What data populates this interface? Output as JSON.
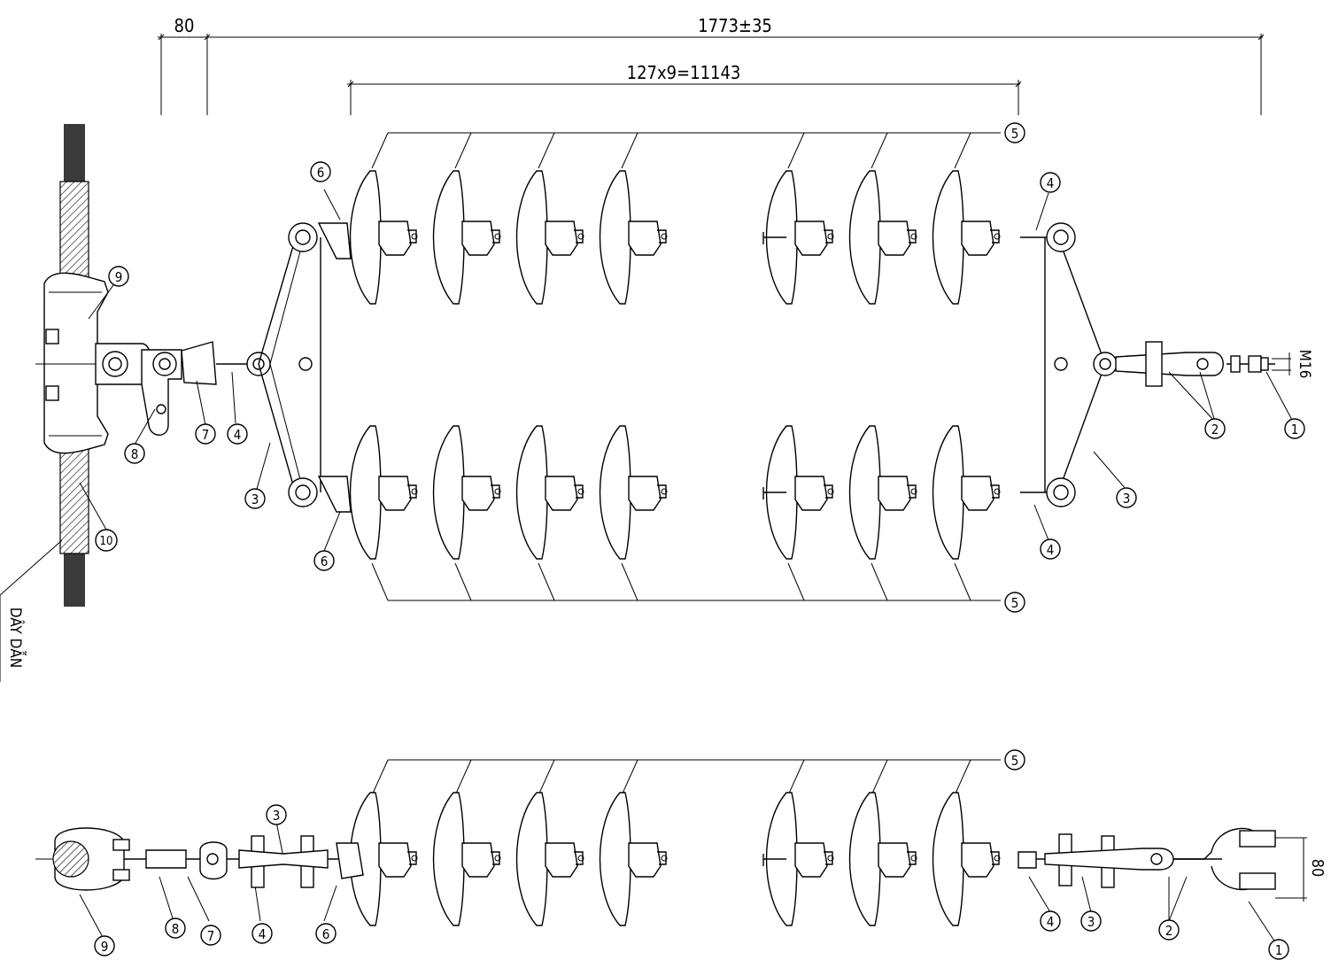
{
  "dimensions": {
    "spacing_left": "80",
    "overall_length": "1773±35",
    "insulator_pitch": "127x9=11143",
    "bolt_size": "M16",
    "shackle_width": "80"
  },
  "conductor_label": "DÂY DẪN",
  "callouts": {
    "n1": "1",
    "n2": "2",
    "n3": "3",
    "n4": "4",
    "n5": "5",
    "n6": "6",
    "n7": "7",
    "n8": "8",
    "n9": "9",
    "n10": "10"
  }
}
